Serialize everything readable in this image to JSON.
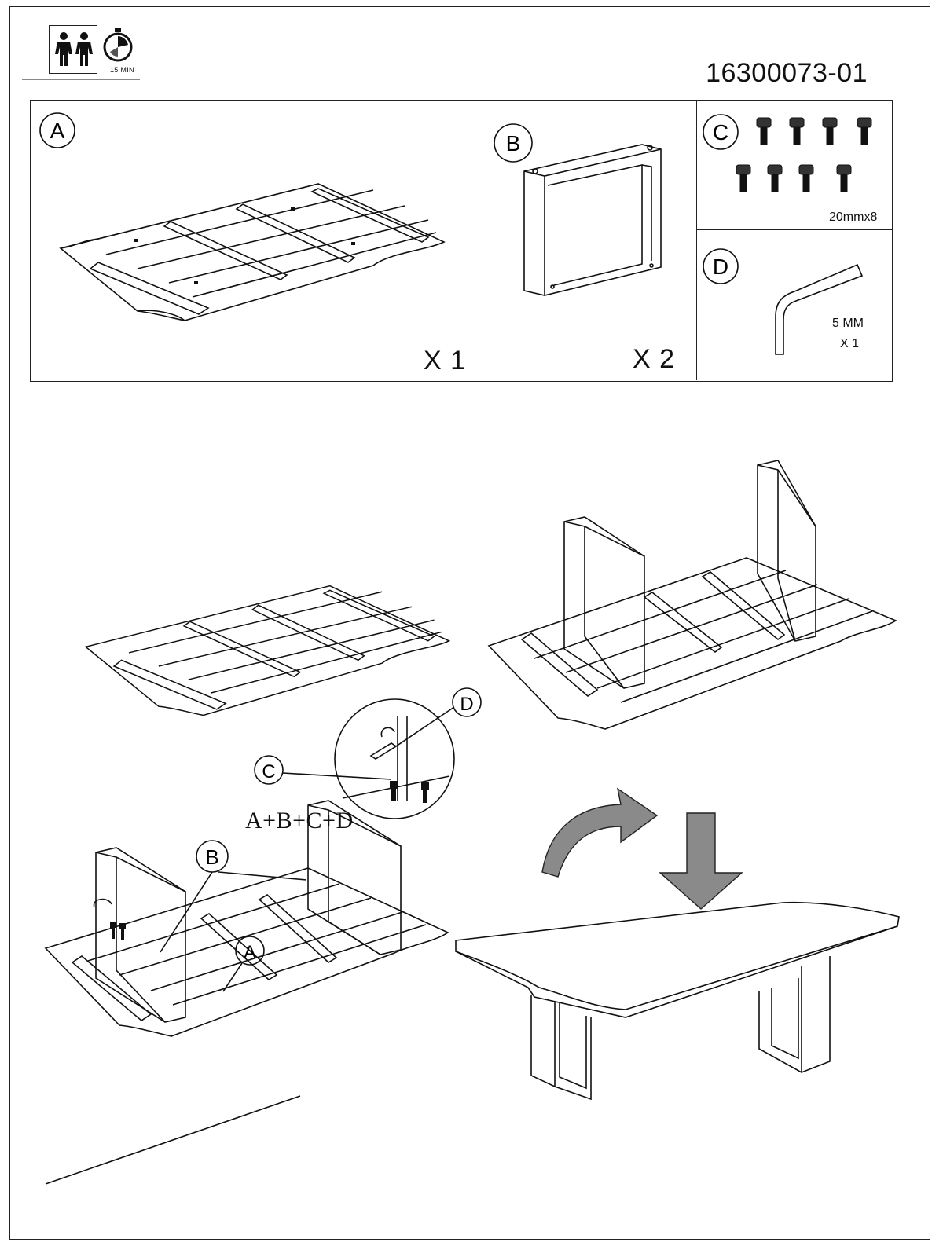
{
  "header": {
    "time_label": "15 MIN",
    "doc_number": "16300073-01",
    "icons": [
      "two-person-icon",
      "stopwatch-icon"
    ]
  },
  "parts": {
    "a": {
      "letter": "A",
      "qty": "X 1"
    },
    "b": {
      "letter": "B",
      "qty": "X 2"
    },
    "c": {
      "letter": "C",
      "qty": "20mmx8"
    },
    "d": {
      "letter": "D",
      "size": "5 MM",
      "qty": "X 1"
    }
  },
  "steps": {
    "callout_c": "C",
    "callout_d": "D",
    "callout_b": "B",
    "callout_a": "A",
    "formula": "A+B+C+D"
  }
}
